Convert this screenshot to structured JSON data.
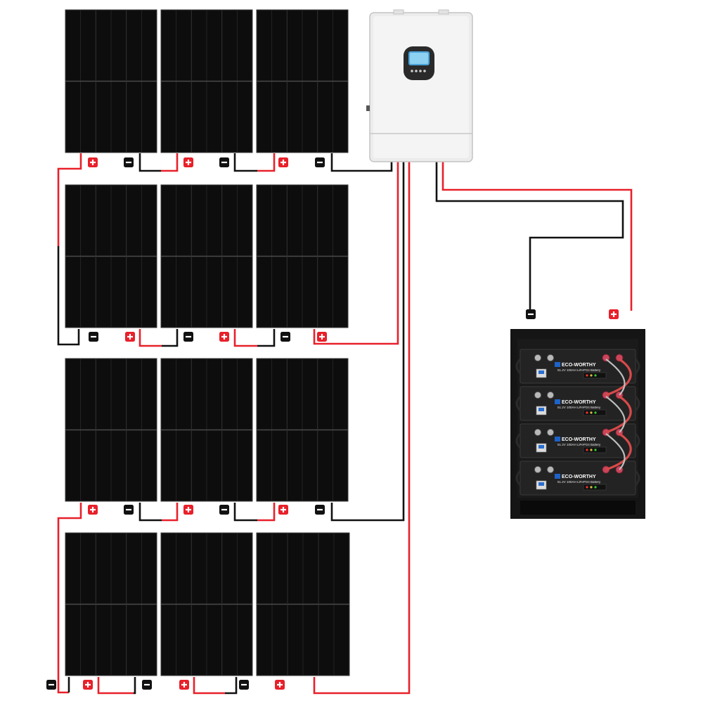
{
  "diagram": {
    "panel_rows": 4,
    "panels_per_row": 3,
    "colors": {
      "panel": "#0d0d0d",
      "panel_line": "#2a2a2a",
      "positive_wire": "#e8202a",
      "negative_wire": "#111111",
      "inverter_body": "#ececec",
      "rack": "#151515",
      "battery": "#232323",
      "brand_blue": "#1d63c8"
    },
    "terminals": {
      "positive_symbol": "+",
      "negative_symbol": "−"
    },
    "battery_rack": {
      "modules": [
        {
          "brand": "ECO-WORTHY",
          "spec": "51.2V 100AH LiFePO4 Battery"
        },
        {
          "brand": "ECO-WORTHY",
          "spec": "51.2V 100AH LiFePO4 Battery"
        },
        {
          "brand": "ECO-WORTHY",
          "spec": "51.2V 100AH LiFePO4 Battery"
        },
        {
          "brand": "ECO-WORTHY",
          "spec": "51.2V 100AH LiFePO4 Battery"
        }
      ]
    }
  }
}
